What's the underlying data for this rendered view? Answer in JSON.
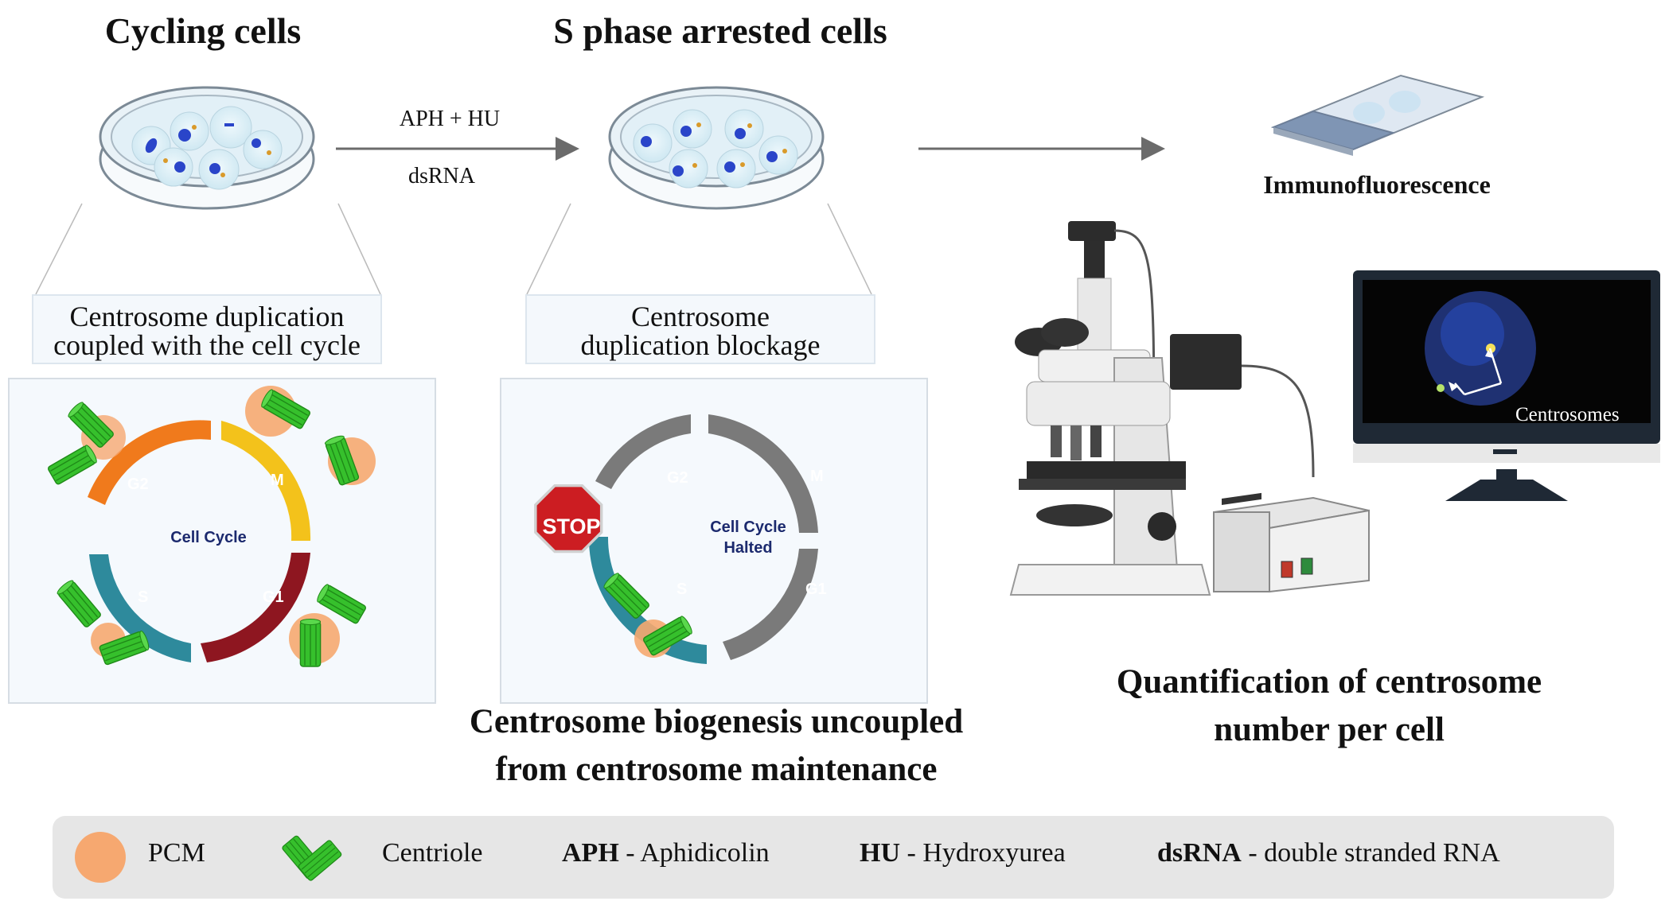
{
  "top": {
    "cycling_title": "Cycling cells",
    "arrested_title": "S phase arrested cells",
    "arrow_label_top": "APH + HU",
    "arrow_label_bottom": "dsRNA",
    "if_label": "Immunofluorescence"
  },
  "captions": {
    "left_line1": "Centrosome duplication",
    "left_line2": "coupled with the cell cycle",
    "mid_line1": "Centrosome",
    "mid_line2": "duplication blockage"
  },
  "cycle_left": {
    "center": "Cell Cycle",
    "phases": [
      "G2",
      "M",
      "G1",
      "S"
    ]
  },
  "cycle_mid": {
    "center_line1": "Cell Cycle",
    "center_line2": "Halted",
    "stop": "STOP",
    "phases": [
      "G2",
      "M",
      "G1",
      "S"
    ]
  },
  "monitor": {
    "label": "Centrosomes"
  },
  "bottom": {
    "mid_line1": "Centrosome biogenesis uncoupled",
    "mid_line2": "from centrosome maintenance",
    "right_line1": "Quantification of centrosome",
    "right_line2": "number per cell"
  },
  "legend": {
    "pcm": "PCM",
    "centriole": "Centriole",
    "aph_abbr": "APH",
    "aph_def": " - Aphidicolin",
    "hu_abbr": "HU",
    "hu_def": " - Hydroxyurea",
    "dsrna_abbr": "dsRNA",
    "dsrna_def": " - double stranded RNA"
  },
  "colors": {
    "pcm": "#f6a870",
    "centriole": "#36c02c",
    "g2": "#f07a1c",
    "m": "#f3c21b",
    "g1": "#8e1620",
    "s": "#2e8a9c",
    "stop": "#cc1d22",
    "halted": "#7a7a7a",
    "cycle_text": "#1c2a6e"
  }
}
